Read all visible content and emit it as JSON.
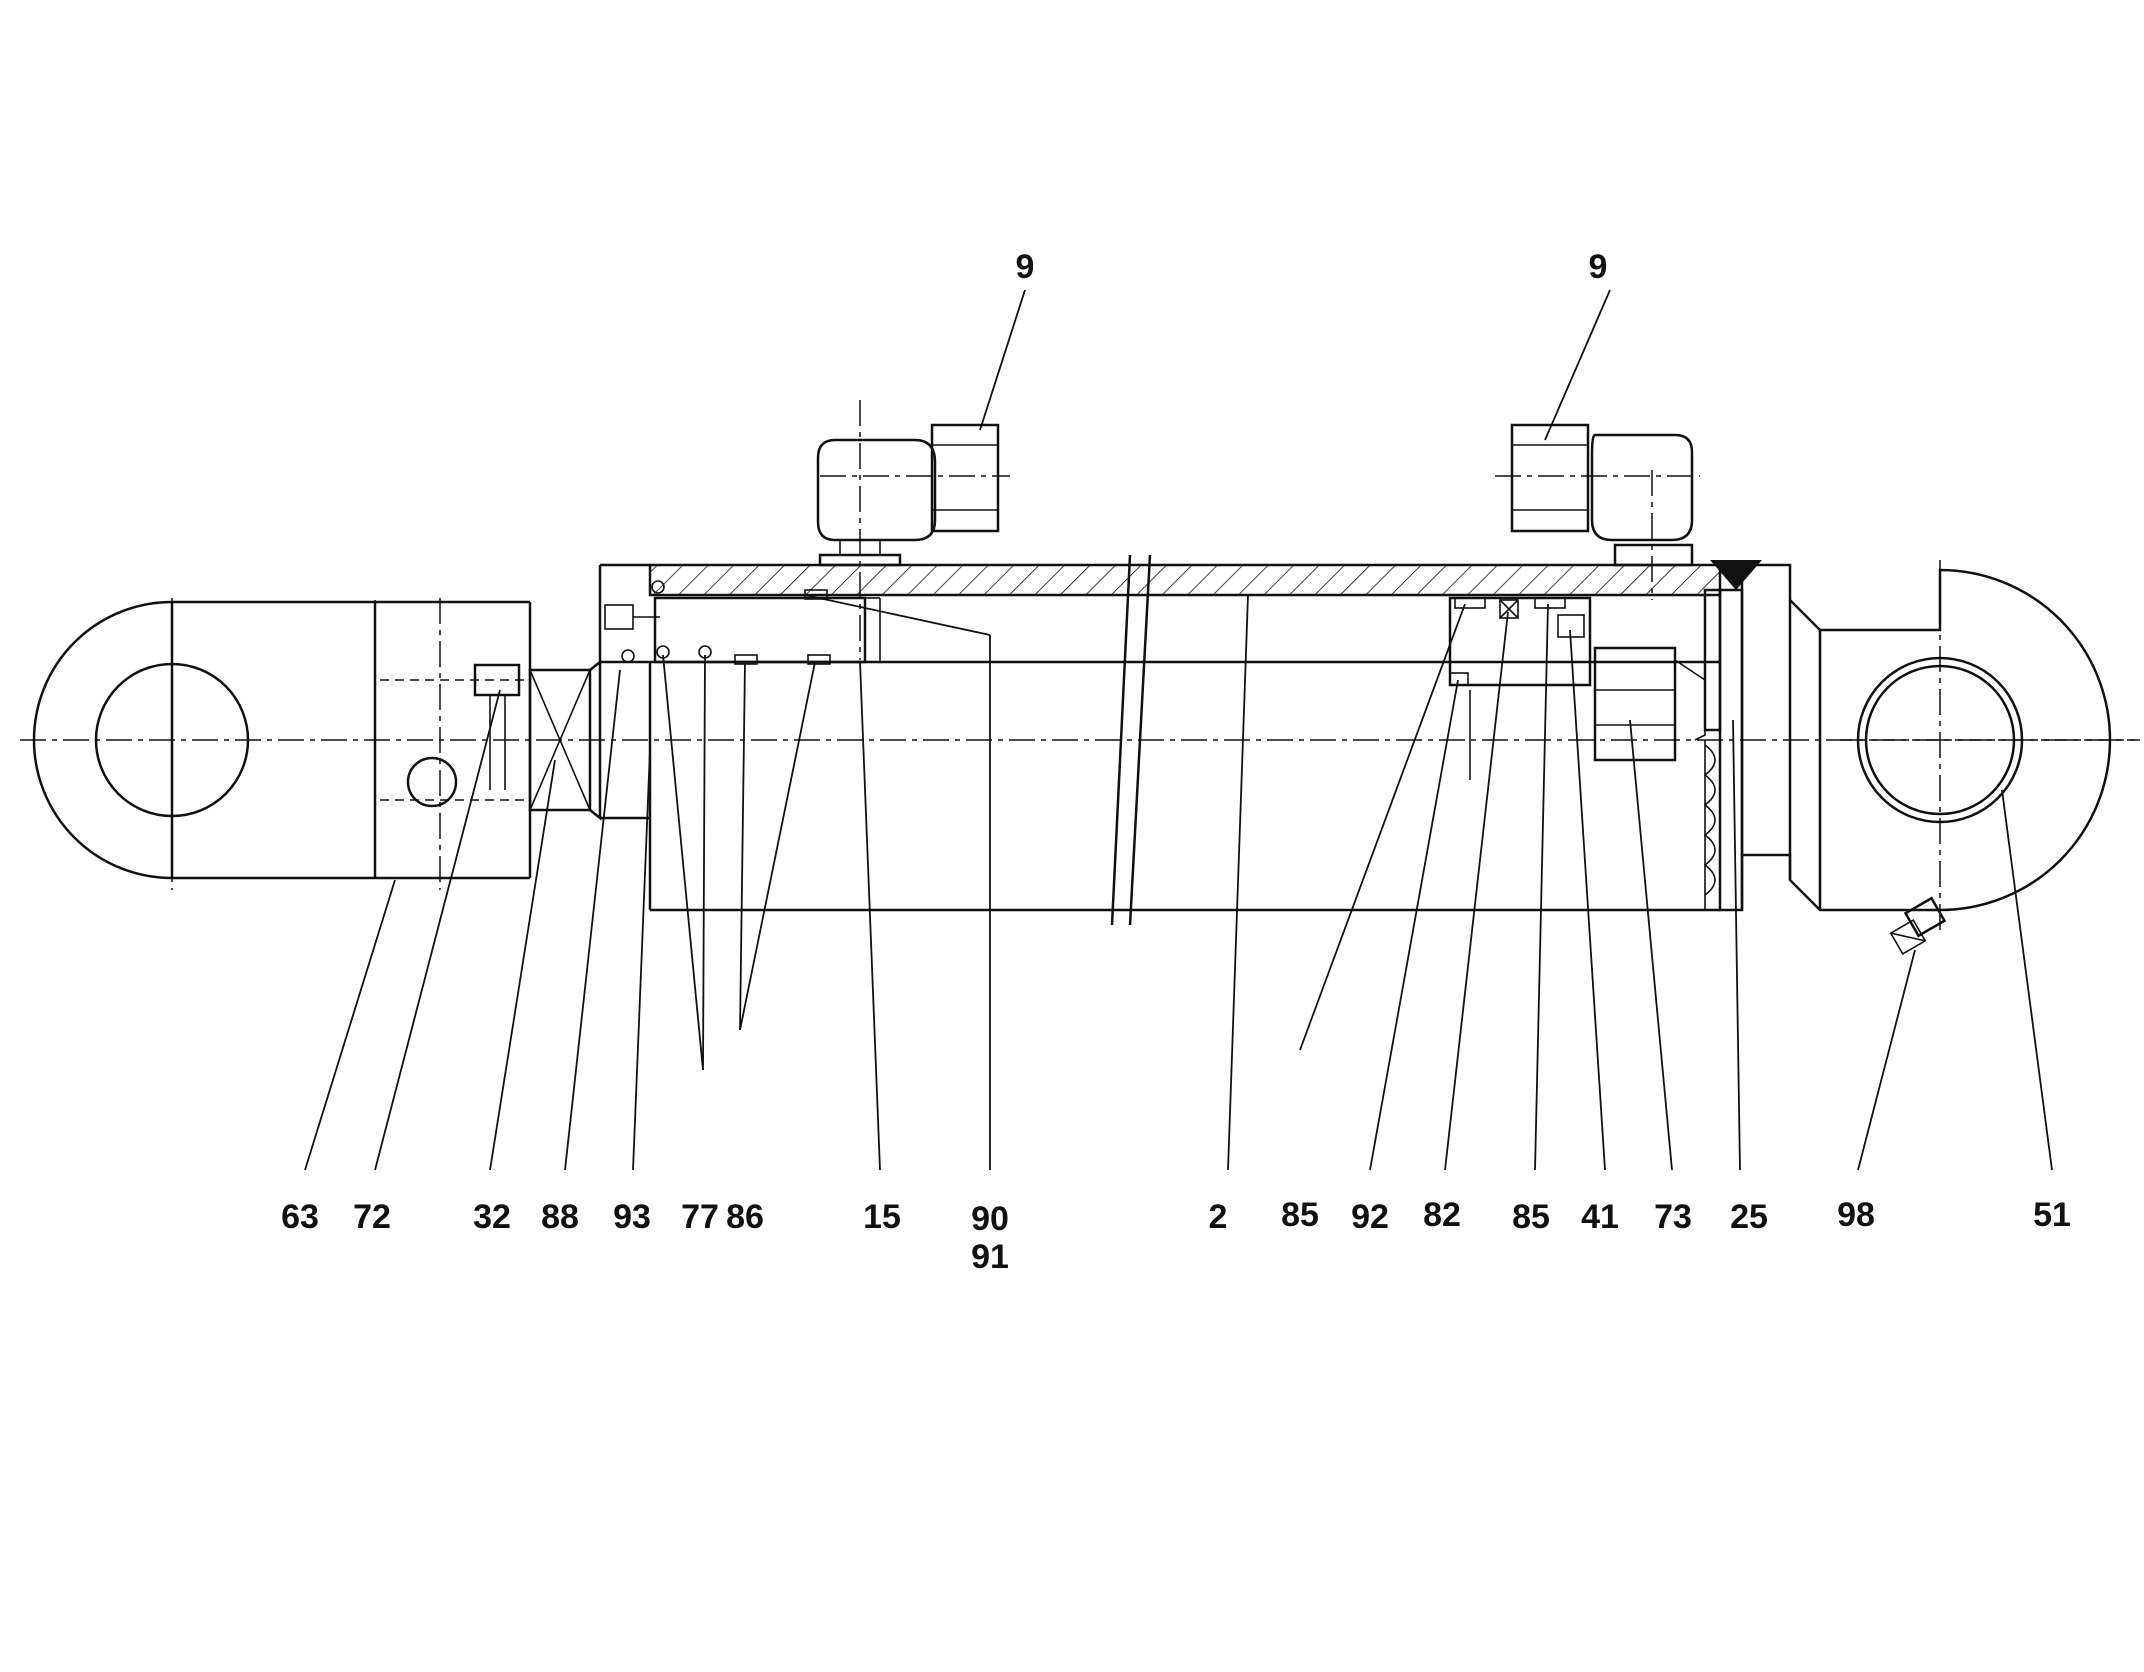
{
  "drawing": {
    "colors": {
      "line": "#111111",
      "background": "#ffffff"
    }
  },
  "callouts": [
    {
      "id": "c9a",
      "label": "9"
    },
    {
      "id": "c9b",
      "label": "9"
    },
    {
      "id": "c63",
      "label": "63"
    },
    {
      "id": "c72",
      "label": "72"
    },
    {
      "id": "c32",
      "label": "32"
    },
    {
      "id": "c88",
      "label": "88"
    },
    {
      "id": "c93",
      "label": "93"
    },
    {
      "id": "c77",
      "label": "77"
    },
    {
      "id": "c86",
      "label": "86"
    },
    {
      "id": "c15",
      "label": "15"
    },
    {
      "id": "c90",
      "label": "90"
    },
    {
      "id": "c91",
      "label": "91"
    },
    {
      "id": "c2",
      "label": "2"
    },
    {
      "id": "c85a",
      "label": "85"
    },
    {
      "id": "c92",
      "label": "92"
    },
    {
      "id": "c82",
      "label": "82"
    },
    {
      "id": "c85b",
      "label": "85"
    },
    {
      "id": "c41",
      "label": "41"
    },
    {
      "id": "c73",
      "label": "73"
    },
    {
      "id": "c25",
      "label": "25"
    },
    {
      "id": "c98",
      "label": "98"
    },
    {
      "id": "c51",
      "label": "51"
    }
  ]
}
